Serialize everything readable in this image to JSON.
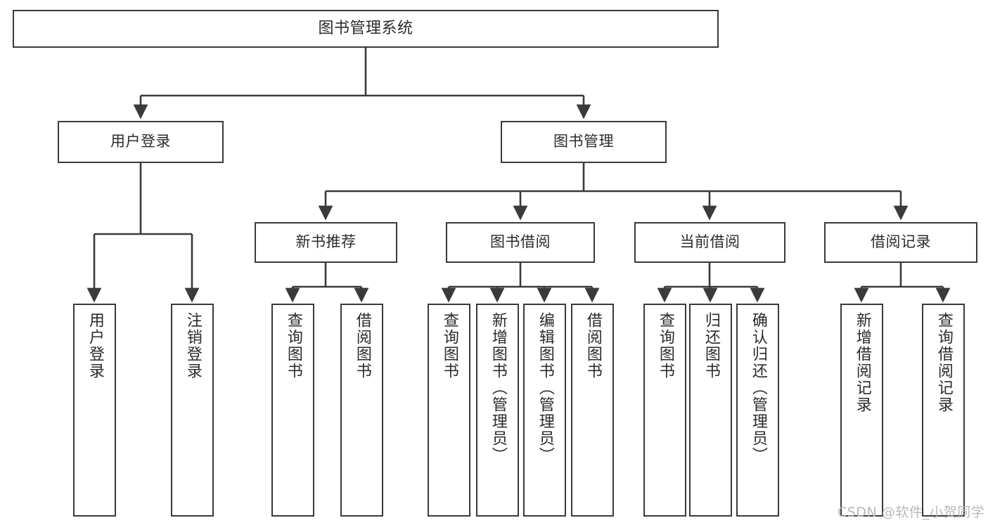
{
  "diagram": {
    "title": "图书管理系统",
    "type": "tree-hierarchy",
    "root": {
      "label": "图书管理系统"
    },
    "level1": [
      {
        "label": "用户登录"
      },
      {
        "label": "图书管理"
      }
    ],
    "level2": [
      {
        "label": "新书推荐"
      },
      {
        "label": "图书借阅"
      },
      {
        "label": "当前借阅"
      },
      {
        "label": "借阅记录"
      }
    ],
    "leaves": {
      "user_login": [
        {
          "label": "用户登录"
        },
        {
          "label": "注销登录"
        }
      ],
      "new_book_recommend": [
        {
          "label": "查询图书"
        },
        {
          "label": "借阅图书"
        }
      ],
      "book_borrow": [
        {
          "label": "查询图书"
        },
        {
          "label": "新增图书（管理员）"
        },
        {
          "label": "编辑图书（管理员）"
        },
        {
          "label": "借阅图书"
        }
      ],
      "current_borrow": [
        {
          "label": "查询图书"
        },
        {
          "label": "归还图书"
        },
        {
          "label": "确认归还（管理员）"
        }
      ],
      "borrow_record": [
        {
          "label": "新增借阅记录"
        },
        {
          "label": "查询借阅记录"
        }
      ]
    }
  },
  "watermark": {
    "text": "CSDN @软件_小贺同学"
  },
  "colors": {
    "stroke": "#3a3a3a",
    "background": "#ffffff",
    "text": "#2b2b2b",
    "watermark": "#b9b9b9"
  }
}
